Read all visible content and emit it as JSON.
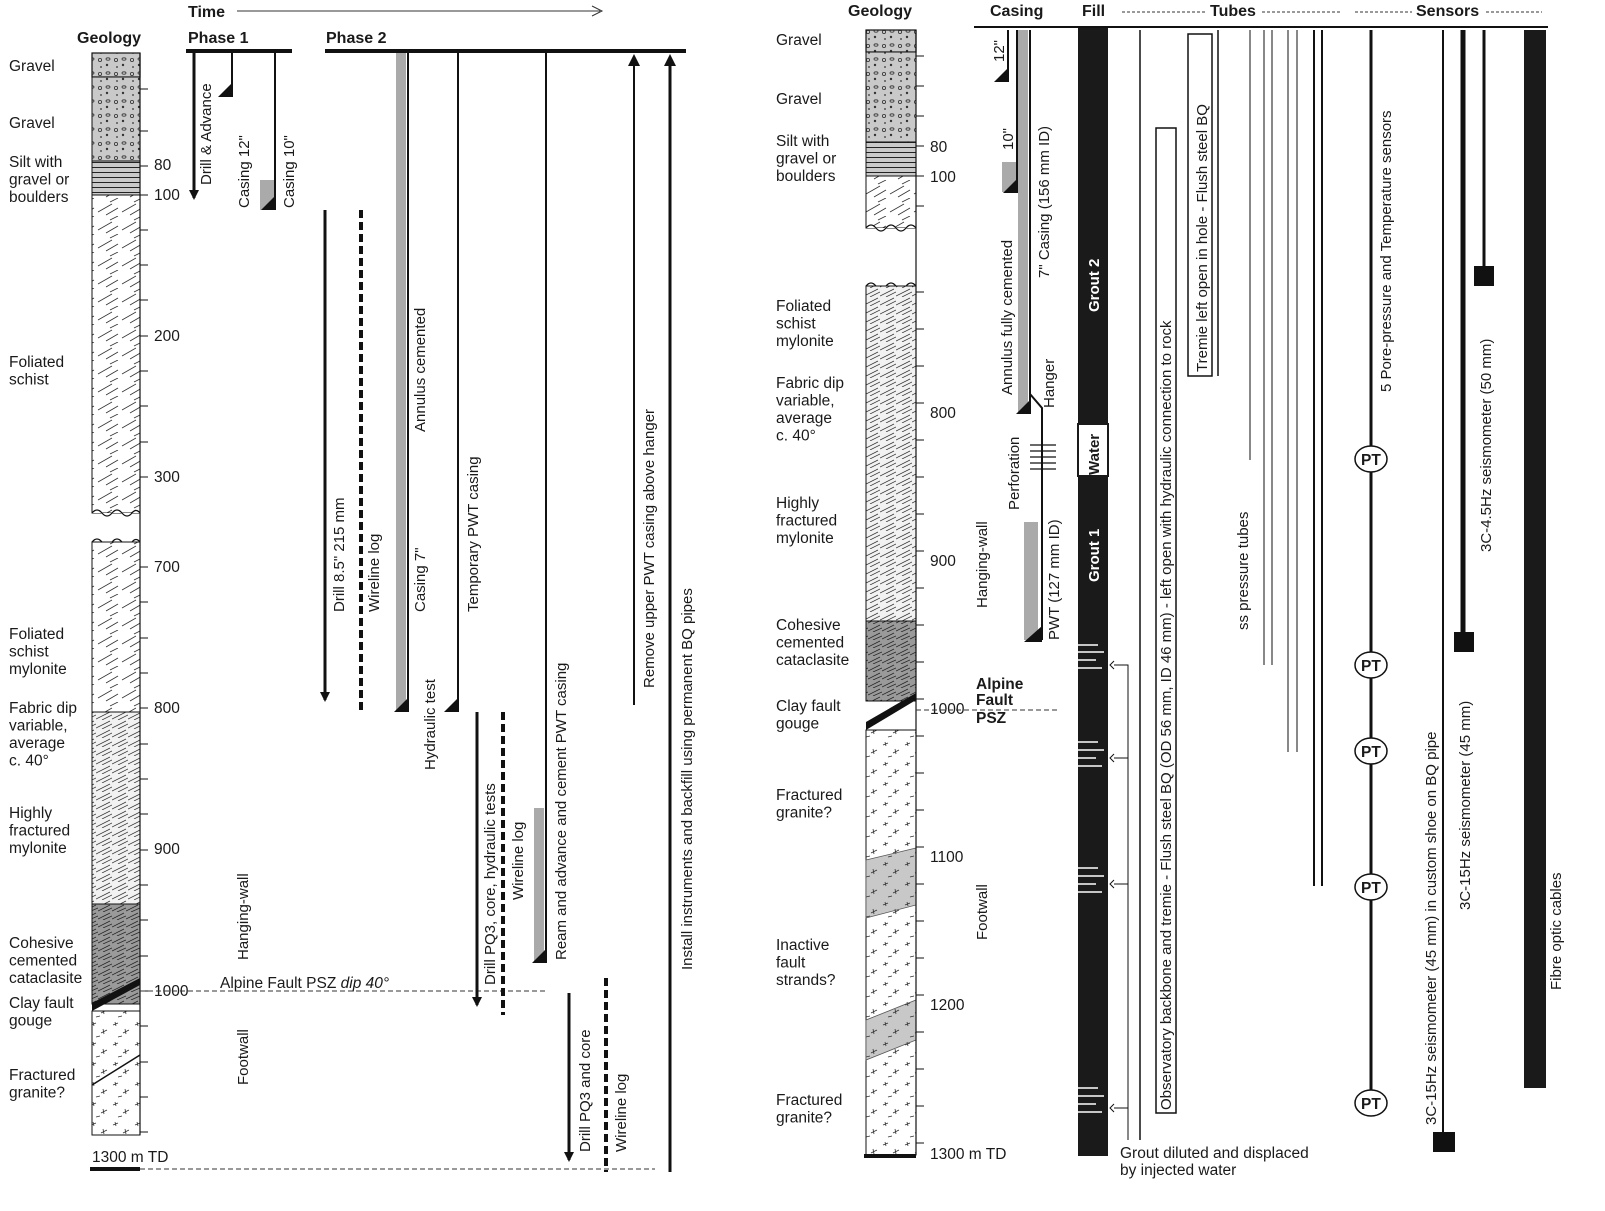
{
  "left": {
    "time": "Time",
    "geology": "Geology",
    "phase1": "Phase 1",
    "phase2": "Phase 2",
    "geo_labels": [
      [
        "Gravel"
      ],
      [
        "Gravel"
      ],
      [
        "Silt with",
        "gravel or",
        "boulders"
      ],
      [
        "Foliated",
        "schist"
      ],
      [
        "Foliated",
        "schist",
        "mylonite"
      ],
      [
        "Fabric dip",
        "variable,",
        "average",
        "c. 40°"
      ],
      [
        "Highly",
        "fractured",
        "mylonite"
      ],
      [
        "Cohesive",
        "cemented",
        "cataclasite"
      ],
      [
        "Clay fault",
        "gouge"
      ],
      [
        "Fractured",
        "granite?"
      ]
    ],
    "depths": [
      "80",
      "100",
      "200",
      "300",
      "700",
      "800",
      "900",
      "1000"
    ],
    "td": "1300 m TD",
    "hanging": "Hanging-wall",
    "footwall": "Footwall",
    "fault": "Alpine Fault PSZ",
    "fault_dip": "dip 40°",
    "ops": {
      "drill_advance": "Drill & Advance",
      "casing12": "Casing 12\"",
      "casing10": "Casing 10\"",
      "drill85": "Drill 8.5\"  215 mm",
      "wireline1": "Wireline log",
      "annulus": "Annulus cemented",
      "casing7": "Casing 7\"",
      "hydraulic": "Hydraulic test",
      "temp_pwt": "Temporary PWT casing",
      "drill_pq3_core": "Drill PQ3, core, hydraulic tests",
      "wireline2": "Wireline log",
      "ream": "Ream and advance and cement PWT casing",
      "drill_pq3": "Drill PQ3 and core",
      "wireline3": "Wireline log",
      "remove": "Remove upper PWT casing above hanger",
      "install": "Install instruments and backfill using permanent BQ pipes"
    }
  },
  "right": {
    "geology": "Geology",
    "casing": "Casing",
    "fill": "Fill",
    "tubes": "Tubes",
    "sensors": "Sensors",
    "geo_labels": [
      [
        "Gravel"
      ],
      [
        "Gravel"
      ],
      [
        "Silt with",
        "gravel or",
        "boulders"
      ],
      [
        "Foliated",
        "schist",
        "mylonite"
      ],
      [
        "Fabric dip",
        "variable,",
        "average",
        "c. 40°"
      ],
      [
        "Highly",
        "fractured",
        "mylonite"
      ],
      [
        "Cohesive",
        "cemented",
        "cataclasite"
      ],
      [
        "Clay fault",
        "gouge"
      ],
      [
        "Fractured",
        "granite?"
      ],
      [
        "Inactive",
        "fault",
        "strands?"
      ],
      [
        "Fractured",
        "granite?"
      ]
    ],
    "depths": [
      "80",
      "100",
      "800",
      "900",
      "1000",
      "1100",
      "1200"
    ],
    "td": "1300 m TD",
    "fault": [
      "Alpine",
      "Fault",
      "PSZ"
    ],
    "hanging": "Hanging-wall",
    "footwall": "Footwall",
    "casing_labels": {
      "c12": "12\"",
      "c10": "10\"",
      "annulus": "Annulus fully cemented",
      "c7": "7\" Casing (156 mm ID)",
      "hanger": "Hanger",
      "perforation": "Perforation",
      "pwt": "PWT (127 mm ID)"
    },
    "fill_labels": {
      "grout2": "Grout 2",
      "water": "Water",
      "grout1": "Grout 1"
    },
    "tube_labels": {
      "backbone": "Observatory backbone and tremie - Flush steel BQ (OD 56 mm, ID 46 mm) - left open with hydraulic connection to rock",
      "tremie": "Tremie left open in hole - Flush steel BQ",
      "ss": "ss pressure tubes"
    },
    "sensor_labels": {
      "pt": "PT",
      "pore": "5 Pore-pressure and Temperature sensors",
      "seis_custom": "3C-15Hz seismometer (45 mm) in custom shoe on BQ pipe",
      "seis45": "3C-15Hz seismometer (45 mm)",
      "seis50": "3C-4.5Hz seismometer (50 mm)",
      "fibre": "Fibre optic cables"
    },
    "grout_note": [
      "Grout diluted and displaced",
      "by injected water"
    ]
  }
}
